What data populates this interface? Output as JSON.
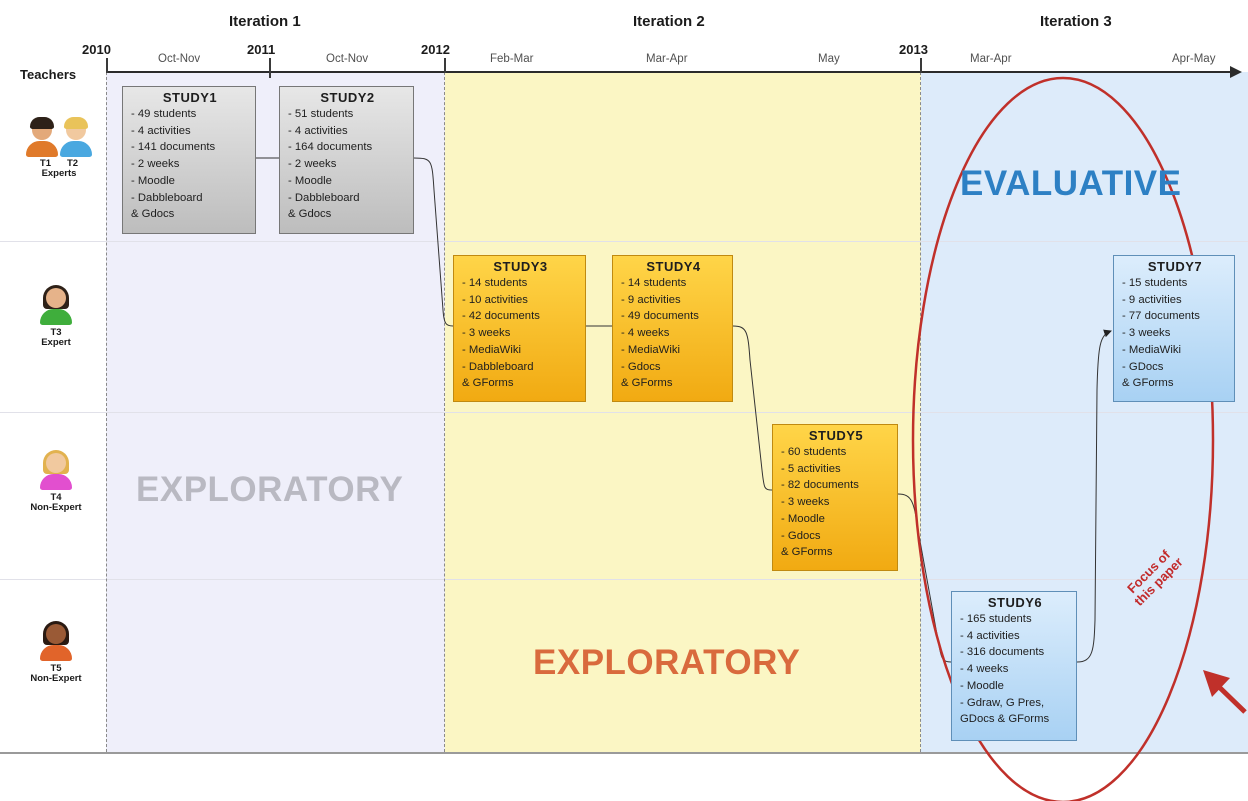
{
  "header": {
    "iterations": [
      "Iteration 1",
      "Iteration 2",
      "Iteration 3"
    ],
    "years": [
      "2010",
      "2011",
      "2012",
      "2013"
    ],
    "periods": [
      "Oct-Nov",
      "Oct-Nov",
      "Feb-Mar",
      "Mar-Apr",
      "May",
      "Mar-Apr",
      "Apr-May"
    ],
    "teachers_label": "Teachers"
  },
  "teachers": [
    {
      "code": "T1",
      "code2": "T2",
      "role": "Experts"
    },
    {
      "code": "T3",
      "role": "Expert"
    },
    {
      "code": "T4",
      "role": "Non-Expert"
    },
    {
      "code": "T5",
      "role": "Non-Expert"
    }
  ],
  "studies": [
    {
      "title": "STUDY1",
      "lines": [
        "- 49 students",
        "- 4 activities",
        "- 141 documents",
        "- 2 weeks",
        "- Moodle",
        "- Dabbleboard",
        "  & Gdocs"
      ]
    },
    {
      "title": "STUDY2",
      "lines": [
        "- 51 students",
        "- 4 activities",
        "- 164 documents",
        "- 2 weeks",
        "- Moodle",
        "- Dabbleboard",
        "  & Gdocs"
      ]
    },
    {
      "title": "STUDY3",
      "lines": [
        "- 14 students",
        "- 10 activities",
        "- 42 documents",
        "- 3 weeks",
        "- MediaWiki",
        "- Dabbleboard",
        "  & GForms"
      ]
    },
    {
      "title": "STUDY4",
      "lines": [
        "- 14 students",
        "- 9 activities",
        "- 49 documents",
        "- 4 weeks",
        "- MediaWiki",
        "- Gdocs",
        "  & GForms"
      ]
    },
    {
      "title": "STUDY5",
      "lines": [
        "- 60 students",
        "- 5 activities",
        "- 82 documents",
        "- 3 weeks",
        "- Moodle",
        "- Gdocs",
        "  & GForms"
      ]
    },
    {
      "title": "STUDY6",
      "lines": [
        "- 165 students",
        "- 4 activities",
        "- 316 documents",
        "- 4 weeks",
        "- Moodle",
        "- Gdraw, G Pres,",
        "  GDocs & GForms"
      ]
    },
    {
      "title": "STUDY7",
      "lines": [
        "- 15 students",
        "- 9 activities",
        "- 77 documents",
        "- 3 weeks",
        "- MediaWiki",
        "- GDocs",
        "  & GForms"
      ]
    }
  ],
  "labels": {
    "exploratory_1": "EXPLORATORY",
    "exploratory_2": "EXPLORATORY",
    "evaluative": "EVALUATIVE",
    "focus_line1": "Focus of",
    "focus_line2": "this paper"
  },
  "colors": {
    "band_iteration1": "#efeffa",
    "band_iteration2": "#fbf6c4",
    "band_iteration3": "#ddebfa",
    "study_grey": "#cfcfcf",
    "study_yellow": "#f8c22a",
    "study_blue": "#bcdcf7",
    "exploratory_grey": "#b9b9c2",
    "exploratory_orange": "#d96a3d",
    "evaluative_blue": "#2d80c4",
    "focus_red": "#c22a2a"
  }
}
